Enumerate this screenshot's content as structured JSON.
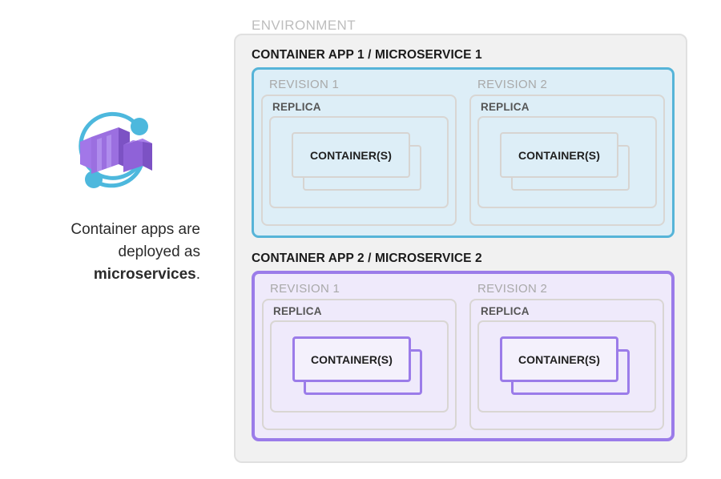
{
  "caption": {
    "line1": "Container apps are",
    "line2": "deployed as",
    "bold_word": "microservices",
    "period": "."
  },
  "icon": {
    "name": "azure-container-apps-icon",
    "box_color": "#9b6fe0",
    "box_color_light": "#b794f0",
    "box_color_dark": "#7c52c4",
    "arc_color": "#4db8dd"
  },
  "environment": {
    "label": "ENVIRONMENT",
    "background": "#f1f1f1",
    "border": "#e0e0e0"
  },
  "apps": [
    {
      "title": "CONTAINER APP 1 / MICROSERVICE 1",
      "accent": "#56b4d8",
      "fill": "#ddeef7",
      "revisions": [
        {
          "label": "REVISION 1",
          "replica_label": "REPLICA",
          "container_label": "CONTAINER(S)"
        },
        {
          "label": "REVISION 2",
          "replica_label": "REPLICA",
          "container_label": "CONTAINER(S)"
        }
      ]
    },
    {
      "title": "CONTAINER APP 2 / MICROSERVICE 2",
      "accent": "#9b7ce9",
      "fill": "#efeafb",
      "revisions": [
        {
          "label": "REVISION 1",
          "replica_label": "REPLICA",
          "container_label": "CONTAINER(S)"
        },
        {
          "label": "REVISION 2",
          "replica_label": "REPLICA",
          "container_label": "CONTAINER(S)"
        }
      ]
    }
  ]
}
